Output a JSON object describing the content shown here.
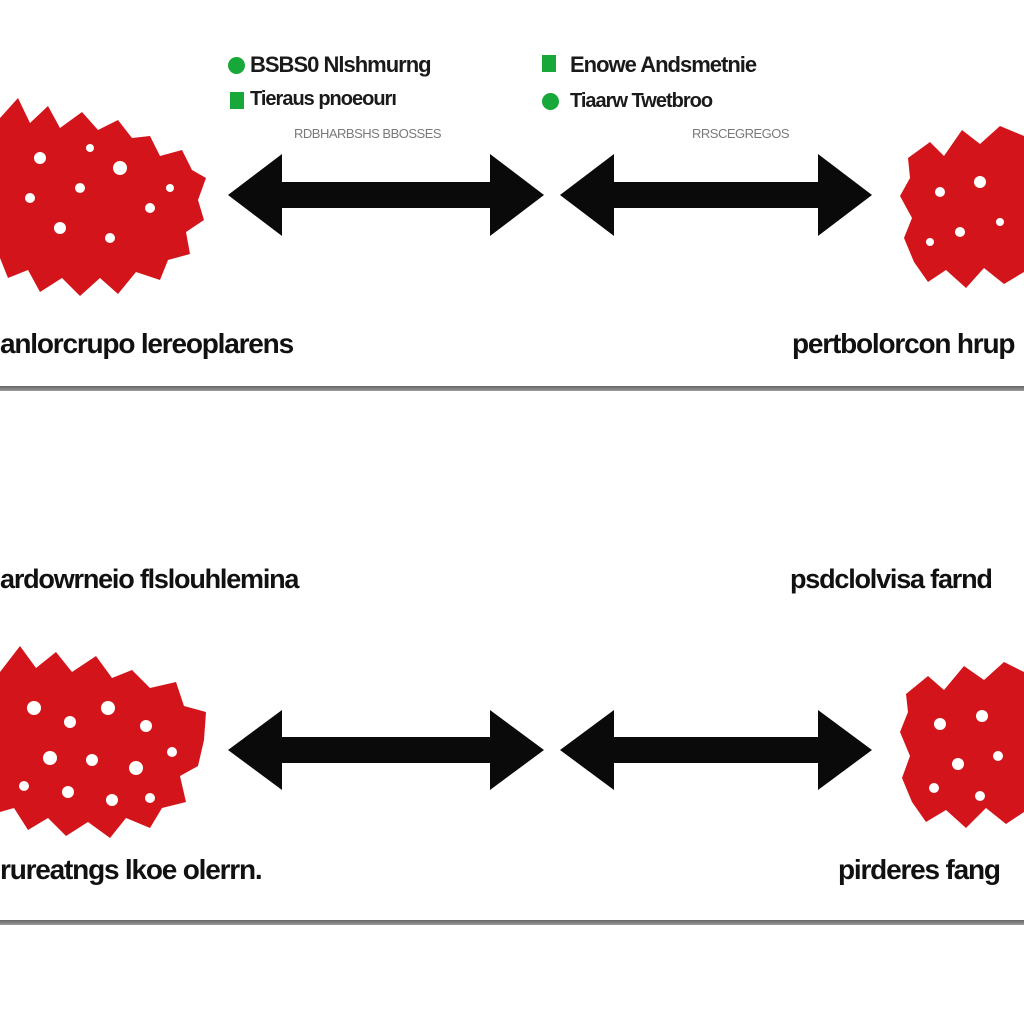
{
  "colors": {
    "accent_green": "#18a83a",
    "cluster_red": "#d3151b",
    "arrow": "#0a0a0a",
    "divider": "#777777"
  },
  "legend": {
    "items": [
      {
        "marker": "circle",
        "label": "BSBS0 Nlshmurng",
        "sub": ""
      },
      {
        "marker": "square",
        "label": "Tieraus pnoeourı",
        "sub": "RDBHARBSHS BBOSSES"
      },
      {
        "marker": "square",
        "label": "Enowe Andsmetnie",
        "sub": ""
      },
      {
        "marker": "circle",
        "label": "Tiaarw Twetbroo",
        "sub": "RRSCEGREGOS"
      }
    ]
  },
  "top_panel": {
    "left_label": "anlorcrupo lereoplarens",
    "right_label": "pertbolorcon hrup"
  },
  "bottom_panel": {
    "left_label": "ardowrneio flslouhlemina",
    "right_label": "psdclolvisa farnd",
    "bottom_left_label": "rureatngs lkoe olerrn.",
    "bottom_right_label": "pirderes fang"
  }
}
